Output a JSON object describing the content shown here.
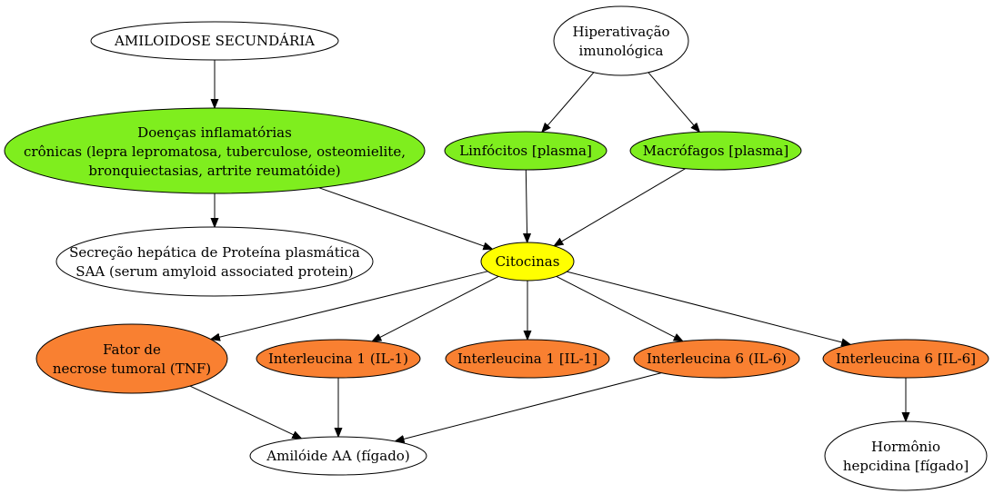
{
  "diagram": {
    "colors": {
      "green": "#7fee1e",
      "yellow": "#ffff00",
      "orange": "#f98031",
      "white": "#ffffff",
      "stroke": "#000000"
    },
    "nodes": [
      {
        "id": "amiloidose",
        "lines": [
          "AMILOIDOSE SECUNDÁRIA"
        ],
        "fill": "white"
      },
      {
        "id": "doencas",
        "lines": [
          "Doenças inflamatórias",
          "crônicas (lepra lepromatosa, tuberculose, osteomielite,",
          "bronquiectasias, artrite reumatóide)"
        ],
        "fill": "green"
      },
      {
        "id": "secrecao",
        "lines": [
          "Secreção hepática de Proteína plasmática",
          "SAA (serum amyloid associated protein)"
        ],
        "fill": "white"
      },
      {
        "id": "hiperativacao",
        "lines": [
          "Hiperativação",
          "imunológica"
        ],
        "fill": "white"
      },
      {
        "id": "linfocitos",
        "lines": [
          "Linfócitos [plasma]"
        ],
        "fill": "green"
      },
      {
        "id": "macrofagos",
        "lines": [
          "Macrófagos [plasma]"
        ],
        "fill": "green"
      },
      {
        "id": "citocinas",
        "lines": [
          "Citocinas"
        ],
        "fill": "yellow"
      },
      {
        "id": "tnf",
        "lines": [
          "Fator de",
          "necrose tumoral (TNF)"
        ],
        "fill": "orange"
      },
      {
        "id": "il1a",
        "lines": [
          "Interleucina 1 (IL-1)"
        ],
        "fill": "orange"
      },
      {
        "id": "il1b",
        "lines": [
          "Interleucina 1 [IL-1]"
        ],
        "fill": "orange"
      },
      {
        "id": "il6a",
        "lines": [
          "Interleucina 6 (IL-6)"
        ],
        "fill": "orange"
      },
      {
        "id": "il6b",
        "lines": [
          "Interleucina 6 [IL-6]"
        ],
        "fill": "orange"
      },
      {
        "id": "amiloide",
        "lines": [
          "Amilóide AA (fígado)"
        ],
        "fill": "white"
      },
      {
        "id": "hepcidina",
        "lines": [
          "Hormônio",
          "hepcidina [fígado]"
        ],
        "fill": "white"
      }
    ],
    "edges": [
      {
        "from": "amiloidose",
        "to": "doencas"
      },
      {
        "from": "doencas",
        "to": "secrecao"
      },
      {
        "from": "doencas",
        "to": "citocinas"
      },
      {
        "from": "hiperativacao",
        "to": "linfocitos"
      },
      {
        "from": "hiperativacao",
        "to": "macrofagos"
      },
      {
        "from": "linfocitos",
        "to": "citocinas"
      },
      {
        "from": "macrofagos",
        "to": "citocinas"
      },
      {
        "from": "citocinas",
        "to": "tnf"
      },
      {
        "from": "citocinas",
        "to": "il1a"
      },
      {
        "from": "citocinas",
        "to": "il1b"
      },
      {
        "from": "citocinas",
        "to": "il6a"
      },
      {
        "from": "citocinas",
        "to": "il6b"
      },
      {
        "from": "tnf",
        "to": "amiloide"
      },
      {
        "from": "il1a",
        "to": "amiloide"
      },
      {
        "from": "il6a",
        "to": "amiloide"
      },
      {
        "from": "il6b",
        "to": "hepcidina"
      }
    ]
  }
}
